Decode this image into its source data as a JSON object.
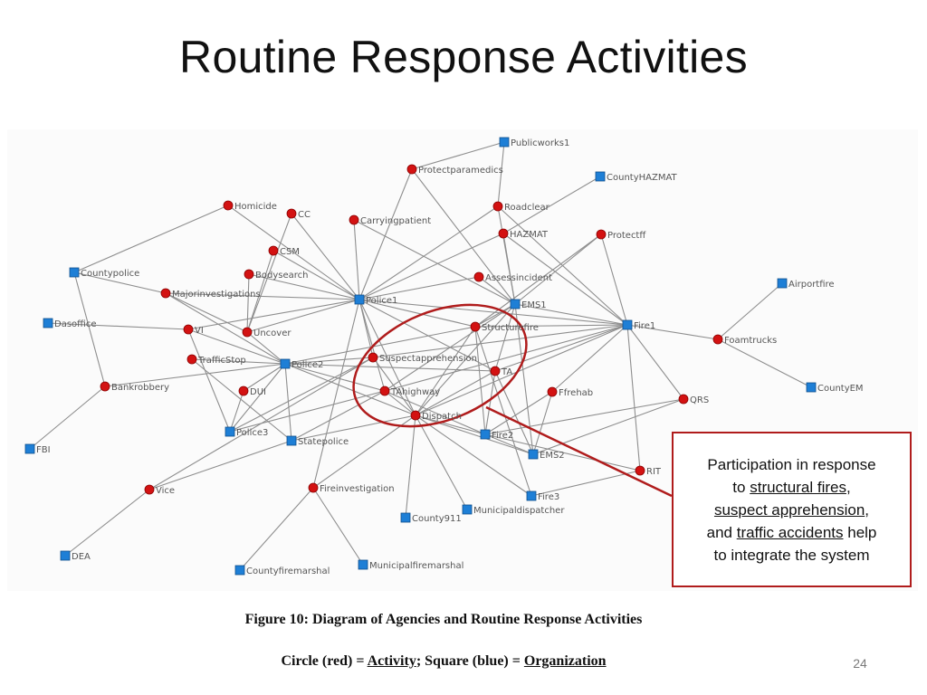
{
  "slide": {
    "title": "Routine Response Activities",
    "page_number": "24"
  },
  "diagram": {
    "legend_colors": {
      "activity": "#d31212",
      "organization": "#1e7fd6",
      "highlight": "#b01c1c"
    },
    "nodes": [
      {
        "id": "Publicworks1",
        "type": "org"
      },
      {
        "id": "Protectparamedics",
        "type": "act"
      },
      {
        "id": "CountyHAZMAT",
        "type": "org"
      },
      {
        "id": "Homicide",
        "type": "act"
      },
      {
        "id": "CC",
        "type": "act"
      },
      {
        "id": "Carryingpatient",
        "type": "act"
      },
      {
        "id": "Roadclear",
        "type": "act"
      },
      {
        "id": "HAZMAT",
        "type": "act"
      },
      {
        "id": "Protectff",
        "type": "act"
      },
      {
        "id": "CSM",
        "type": "act"
      },
      {
        "id": "Countypolice",
        "type": "org"
      },
      {
        "id": "Bodysearch",
        "type": "act"
      },
      {
        "id": "Assessincident",
        "type": "act"
      },
      {
        "id": "Airportfire",
        "type": "org"
      },
      {
        "id": "Majorinvestigations",
        "type": "act"
      },
      {
        "id": "Police1",
        "type": "org"
      },
      {
        "id": "EMS1",
        "type": "org"
      },
      {
        "id": "Dasoffice",
        "type": "org"
      },
      {
        "id": "VI",
        "type": "act"
      },
      {
        "id": "Uncover",
        "type": "act"
      },
      {
        "id": "Structurefire",
        "type": "act"
      },
      {
        "id": "Fire1",
        "type": "org"
      },
      {
        "id": "Foamtrucks",
        "type": "act"
      },
      {
        "id": "TrafficStop",
        "type": "act"
      },
      {
        "id": "Suspectapprehension",
        "type": "act"
      },
      {
        "id": "Police2",
        "type": "org"
      },
      {
        "id": "TA",
        "type": "act"
      },
      {
        "id": "Bankrobbery",
        "type": "act"
      },
      {
        "id": "DUI",
        "type": "act"
      },
      {
        "id": "TAhighway",
        "type": "act"
      },
      {
        "id": "Ffrehab",
        "type": "act"
      },
      {
        "id": "CountyEM",
        "type": "org"
      },
      {
        "id": "QRS",
        "type": "act"
      },
      {
        "id": "Dispatch",
        "type": "act"
      },
      {
        "id": "Police3",
        "type": "org"
      },
      {
        "id": "Statepolice",
        "type": "org"
      },
      {
        "id": "Fire2",
        "type": "org"
      },
      {
        "id": "FBI",
        "type": "org"
      },
      {
        "id": "EMS2",
        "type": "org"
      },
      {
        "id": "RIT",
        "type": "act"
      },
      {
        "id": "Vice",
        "type": "act"
      },
      {
        "id": "Fireinvestigation",
        "type": "act"
      },
      {
        "id": "Fire3",
        "type": "org"
      },
      {
        "id": "Municipaldispatcher",
        "type": "org"
      },
      {
        "id": "County911",
        "type": "org"
      },
      {
        "id": "DEA",
        "type": "org"
      },
      {
        "id": "Countyfiremarshal",
        "type": "org"
      },
      {
        "id": "Municipalfiremarshal",
        "type": "org"
      }
    ],
    "edges": [
      [
        "Countypolice",
        "Homicide"
      ],
      [
        "Countypolice",
        "Majorinvestigations"
      ],
      [
        "Countypolice",
        "Bankrobbery"
      ],
      [
        "Dasoffice",
        "VI"
      ],
      [
        "FBI",
        "Bankrobbery"
      ],
      [
        "DEA",
        "Vice"
      ],
      [
        "Homicide",
        "Police1"
      ],
      [
        "CC",
        "Police1"
      ],
      [
        "CSM",
        "Police1"
      ],
      [
        "Bodysearch",
        "Police1"
      ],
      [
        "Carryingpatient",
        "Police1"
      ],
      [
        "Protectparamedics",
        "Police1"
      ],
      [
        "Majorinvestigations",
        "Police1"
      ],
      [
        "VI",
        "Police1"
      ],
      [
        "Uncover",
        "Police1"
      ],
      [
        "Roadclear",
        "Police1"
      ],
      [
        "HAZMAT",
        "Police1"
      ],
      [
        "Assessincident",
        "Police1"
      ],
      [
        "Police1",
        "Suspectapprehension"
      ],
      [
        "Police1",
        "TAhighway"
      ],
      [
        "Police1",
        "Dispatch"
      ],
      [
        "Police1",
        "TA"
      ],
      [
        "Police1",
        "Fire1"
      ],
      [
        "Police1",
        "Structurefire"
      ],
      [
        "CC",
        "Uncover"
      ],
      [
        "CSM",
        "Uncover"
      ],
      [
        "Bodysearch",
        "Uncover"
      ],
      [
        "Majorinvestigations",
        "Uncover"
      ],
      [
        "Majorinvestigations",
        "Police2"
      ],
      [
        "VI",
        "Police2"
      ],
      [
        "TrafficStop",
        "Police2"
      ],
      [
        "Uncover",
        "Police2"
      ],
      [
        "Bankrobbery",
        "Police2"
      ],
      [
        "DUI",
        "Police2"
      ],
      [
        "Police2",
        "Suspectapprehension"
      ],
      [
        "Police2",
        "TAhighway"
      ],
      [
        "Police2",
        "Dispatch"
      ],
      [
        "Police2",
        "TA"
      ],
      [
        "Police2",
        "Structurefire"
      ],
      [
        "Police2",
        "Statepolice"
      ],
      [
        "Police2",
        "Police3"
      ],
      [
        "VI",
        "Police3"
      ],
      [
        "Police3",
        "Suspectapprehension"
      ],
      [
        "Police3",
        "TAhighway"
      ],
      [
        "Police3",
        "DUI"
      ],
      [
        "TrafficStop",
        "Statepolice"
      ],
      [
        "Statepolice",
        "TAhighway"
      ],
      [
        "Statepolice",
        "Dispatch"
      ],
      [
        "Statepolice",
        "Vice"
      ],
      [
        "Vice",
        "Suspectapprehension"
      ],
      [
        "Fireinvestigation",
        "Police1"
      ],
      [
        "Fireinvestigation",
        "Countyfiremarshal"
      ],
      [
        "Fireinvestigation",
        "Municipalfiremarshal"
      ],
      [
        "Fireinvestigation",
        "Dispatch"
      ],
      [
        "Publicworks1",
        "Roadclear"
      ],
      [
        "Publicworks1",
        "Protectparamedics"
      ],
      [
        "CountyHAZMAT",
        "HAZMAT"
      ],
      [
        "Roadclear",
        "EMS1"
      ],
      [
        "Roadclear",
        "Fire1"
      ],
      [
        "HAZMAT",
        "EMS1"
      ],
      [
        "HAZMAT",
        "Fire1"
      ],
      [
        "Protectparamedics",
        "EMS1"
      ],
      [
        "Carryingpatient",
        "EMS1"
      ],
      [
        "Assessincident",
        "EMS1"
      ],
      [
        "EMS1",
        "Structurefire"
      ],
      [
        "EMS1",
        "TA"
      ],
      [
        "EMS1",
        "TAhighway"
      ],
      [
        "EMS1",
        "Dispatch"
      ],
      [
        "EMS1",
        "Fire1"
      ],
      [
        "EMS1",
        "EMS2"
      ],
      [
        "Protectff",
        "Fire1"
      ],
      [
        "Protectff",
        "Structurefire"
      ],
      [
        "Protectff",
        "EMS1"
      ],
      [
        "Fire1",
        "Foamtrucks"
      ],
      [
        "Fire1",
        "QRS"
      ],
      [
        "Fire1",
        "Structurefire"
      ],
      [
        "Fire1",
        "TA"
      ],
      [
        "Fire1",
        "TAhighway"
      ],
      [
        "Fire1",
        "Dispatch"
      ],
      [
        "Fire1",
        "Ffrehab"
      ],
      [
        "Fire1",
        "RIT"
      ],
      [
        "Fire1",
        "Suspectapprehension"
      ],
      [
        "Airportfire",
        "Foamtrucks"
      ],
      [
        "CountyEM",
        "Foamtrucks"
      ],
      [
        "Structurefire",
        "Fire2"
      ],
      [
        "Structurefire",
        "Dispatch"
      ],
      [
        "Structurefire",
        "Fire3"
      ],
      [
        "TA",
        "Fire2"
      ],
      [
        "TA",
        "EMS2"
      ],
      [
        "TA",
        "Dispatch"
      ],
      [
        "TAhighway",
        "Dispatch"
      ],
      [
        "TAhighway",
        "Fire2"
      ],
      [
        "Ffrehab",
        "Fire2"
      ],
      [
        "Ffrehab",
        "EMS2"
      ],
      [
        "QRS",
        "Fire2"
      ],
      [
        "QRS",
        "EMS2"
      ],
      [
        "Dispatch",
        "Fire2"
      ],
      [
        "Dispatch",
        "EMS2"
      ],
      [
        "Dispatch",
        "Fire3"
      ],
      [
        "Dispatch",
        "County911"
      ],
      [
        "Dispatch",
        "Municipaldispatcher"
      ],
      [
        "Fire2",
        "RIT"
      ],
      [
        "Fire2",
        "EMS2"
      ],
      [
        "Fire3",
        "RIT"
      ],
      [
        "Suspectapprehension",
        "Dispatch"
      ]
    ]
  },
  "callout": {
    "line1": "Participation in response",
    "to": "to",
    "structural_fires": "structural fires",
    "comma1": ",",
    "suspect_apprehension": "suspect apprehension",
    "comma2": ",",
    "and": "and",
    "traffic_accidents": "traffic accidents",
    "help": "help",
    "line4": "to integrate the system"
  },
  "caption": {
    "figure_title": "Figure 10: Diagram of Agencies and Routine Response Activities",
    "legend_prefix": "Circle (red) = ",
    "activity_word": "Activity",
    "legend_mid": "; Square (blue) = ",
    "organization_word": "Organization"
  }
}
